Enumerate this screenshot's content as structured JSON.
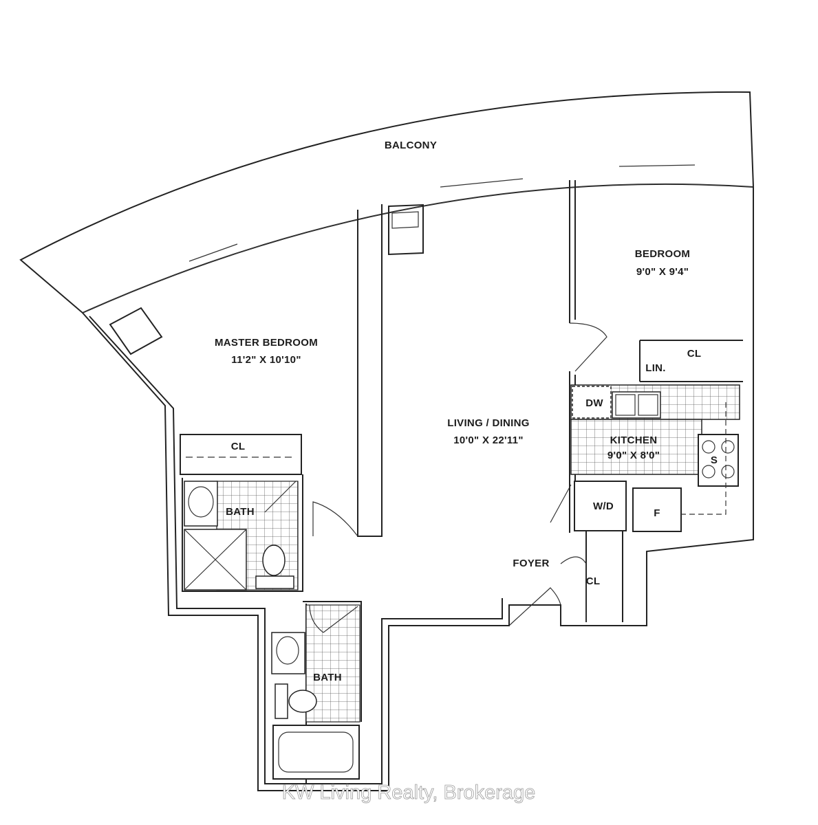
{
  "rooms": {
    "balcony": {
      "name": "BALCONY"
    },
    "bedroom": {
      "name": "BEDROOM",
      "size": "9'0\" X 9'4\""
    },
    "master_bedroom": {
      "name": "MASTER BEDROOM",
      "size": "11'2\" X 10'10\""
    },
    "living_dining": {
      "name": "LIVING / DINING",
      "size": "10'0\" X 22'11\""
    },
    "kitchen": {
      "name": "KITCHEN",
      "size": "9'0\" X 8'0\""
    },
    "foyer": {
      "name": "FOYER"
    },
    "bath_master": {
      "name": "BATH"
    },
    "bath_main": {
      "name": "BATH"
    }
  },
  "fixtures": {
    "closet_bedroom": "CL",
    "linen": "LIN.",
    "closet_master": "CL",
    "closet_foyer": "CL",
    "dishwasher": "DW",
    "stove": "S",
    "washer_dryer": "W/D",
    "fridge": "F"
  },
  "watermark": "KW Living Realty, Brokerage"
}
